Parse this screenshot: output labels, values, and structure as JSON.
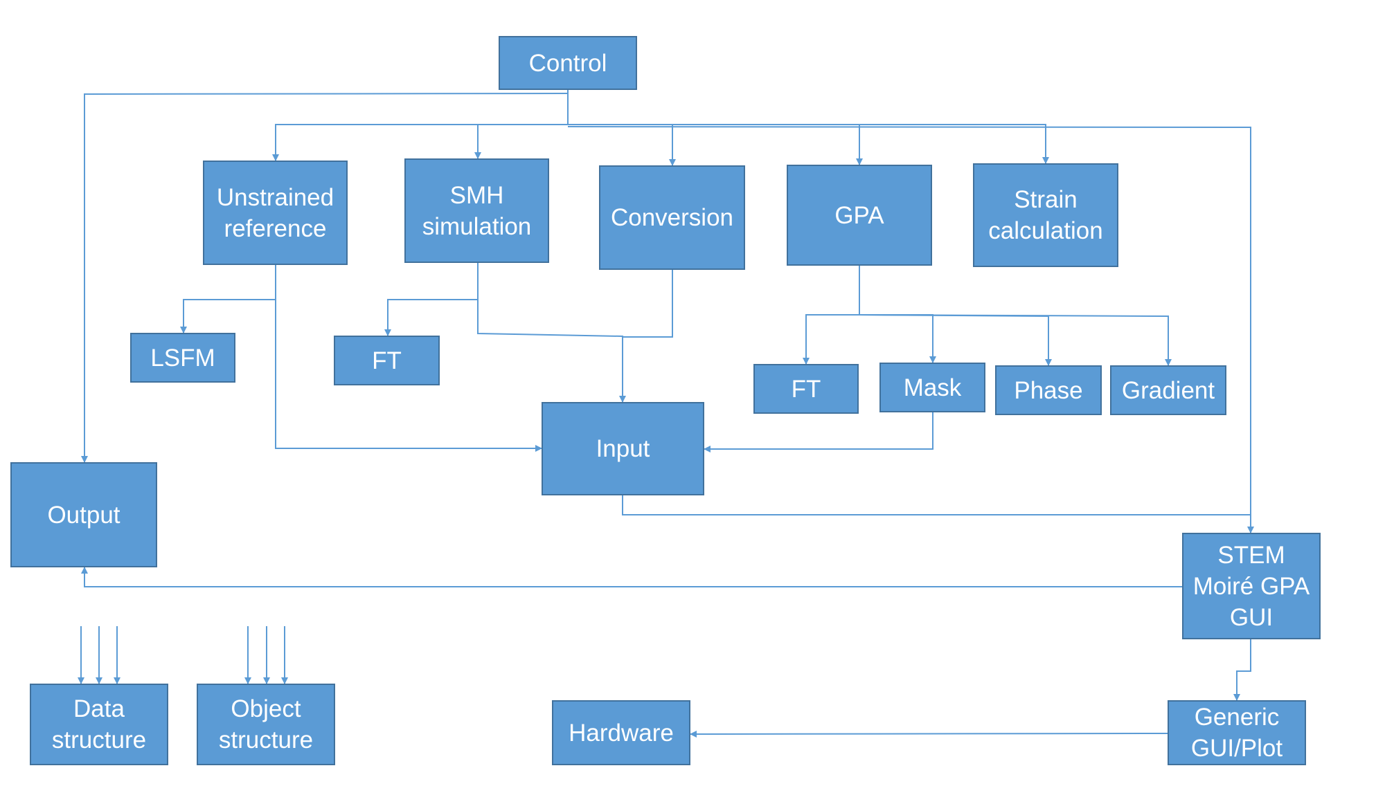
{
  "diagram": {
    "line_color": "#5b9bd5",
    "box_fill": "#5b9bd5",
    "box_border": "#41719c",
    "text_color": "#ffffff",
    "nodes": {
      "control": "Control",
      "unstrained_reference": "Unstrained\nreference",
      "smh_simulation": "SMH\nsimulation",
      "conversion": "Conversion",
      "gpa": "GPA",
      "strain_calculation": "Strain\ncalculation",
      "lsfm": "LSFM",
      "ft_smh": "FT",
      "ft_gpa": "FT",
      "mask": "Mask",
      "phase": "Phase",
      "gradient": "Gradient",
      "input": "Input",
      "output": "Output",
      "stem_moire_gpa_gui": "STEM\nMoiré GPA\nGUI",
      "data_structure": "Data\nstructure",
      "object_structure": "Object\nstructure",
      "hardware": "Hardware",
      "generic_gui_plot": "Generic\nGUI/Plot"
    },
    "edges": [
      [
        "control",
        "unstrained_reference"
      ],
      [
        "control",
        "smh_simulation"
      ],
      [
        "control",
        "conversion"
      ],
      [
        "control",
        "gpa"
      ],
      [
        "control",
        "strain_calculation"
      ],
      [
        "control",
        "stem_moire_gpa_gui"
      ],
      [
        "control",
        "output"
      ],
      [
        "unstrained_reference",
        "lsfm"
      ],
      [
        "unstrained_reference",
        "input"
      ],
      [
        "smh_simulation",
        "ft_smh"
      ],
      [
        "smh_simulation",
        "input"
      ],
      [
        "conversion",
        "input"
      ],
      [
        "gpa",
        "ft_gpa"
      ],
      [
        "gpa",
        "mask"
      ],
      [
        "gpa",
        "phase"
      ],
      [
        "gpa",
        "gradient"
      ],
      [
        "mask",
        "input"
      ],
      [
        "input",
        "stem_moire_gpa_gui"
      ],
      [
        "stem_moire_gpa_gui",
        "output"
      ],
      [
        "stem_moire_gpa_gui",
        "generic_gui_plot"
      ],
      [
        "generic_gui_plot",
        "hardware"
      ]
    ]
  }
}
